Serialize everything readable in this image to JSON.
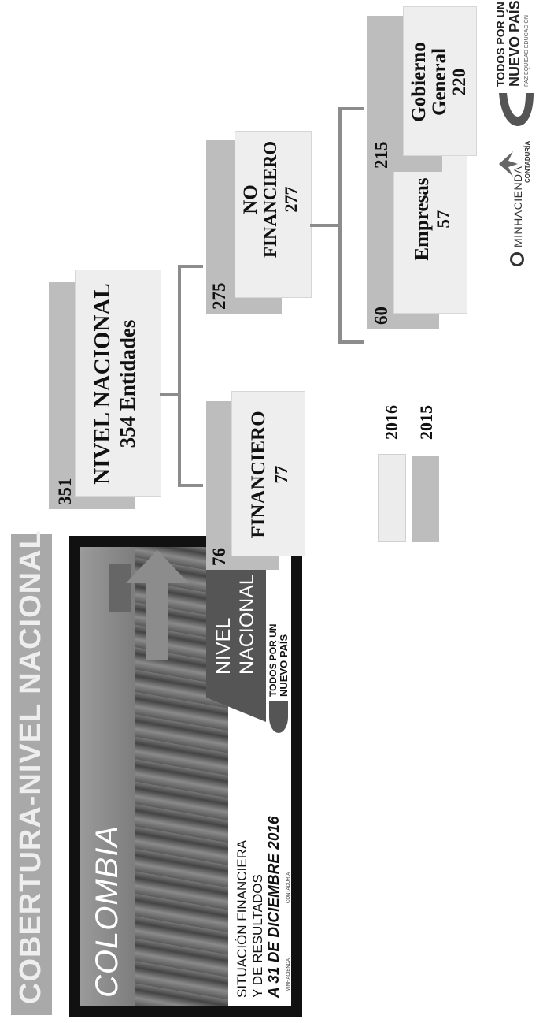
{
  "title": "COBERTURA-NIVEL NACIONAL",
  "cover": {
    "country": "COLOMBIA",
    "subtitle_line1": "SITUACIÓN FINANCIERA",
    "subtitle_line2": "Y DE RESULTADOS",
    "subtitle_line3": "A 31 DE DICIEMBRE 2016",
    "badge_line1": "NIVEL",
    "badge_line2": "NACIONAL",
    "logo_line1": "TODOS POR UN",
    "logo_line2": "NUEVO PAÍS",
    "small_logo_1": "MINHACIENDA",
    "small_logo_2": "CONTADURÍA"
  },
  "diagram": {
    "root": {
      "prev": "351",
      "label_line1": "NIVEL NACIONAL",
      "label_line2": "354 Entidades"
    },
    "financiero": {
      "prev": "76",
      "label_line1": "FINANCIERO",
      "label_line2": "77"
    },
    "no_financiero": {
      "prev": "275",
      "label_line1": "NO",
      "label_line2": "FINANCIERO",
      "label_line3": "277"
    },
    "empresas": {
      "prev": "60",
      "label_line1": "Empresas",
      "label_line2": "57"
    },
    "gobierno": {
      "prev": "215",
      "label_line1": "Gobierno",
      "label_line2": "General",
      "label_line3": "220"
    }
  },
  "legend": {
    "y2016": "2016",
    "y2015": "2015"
  },
  "footer": {
    "minhacienda": "MINHACIENDA",
    "contaduria": "CONTADURÍA",
    "logo_line1": "TODOS POR UN",
    "logo_line2": "NUEVO PAÍS",
    "logo_line3": "PAZ  EQUIDAD  EDUCACIÓN"
  },
  "colors": {
    "band": "#a9a9a9",
    "box_back": "#bdbdbd",
    "box_front": "#eeeeee",
    "arrow": "#8c8c8c"
  }
}
